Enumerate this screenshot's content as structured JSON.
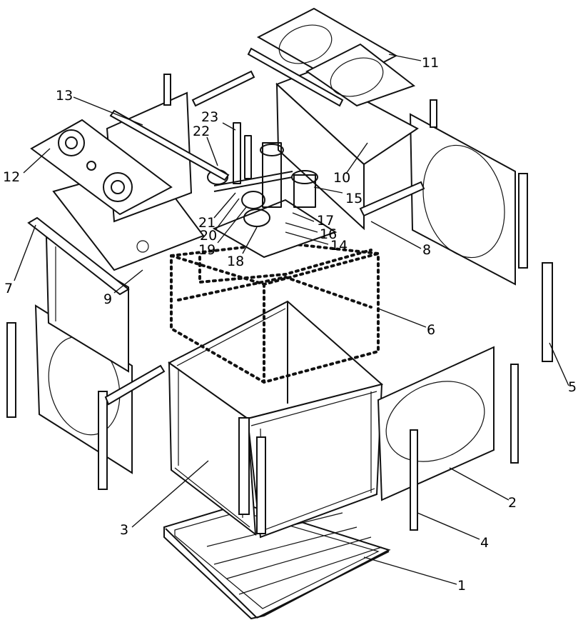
{
  "figure": {
    "callouts": [
      {
        "id": "1",
        "text": "1"
      },
      {
        "id": "2",
        "text": "2"
      },
      {
        "id": "3",
        "text": "3"
      },
      {
        "id": "4",
        "text": "4"
      },
      {
        "id": "5",
        "text": "5"
      },
      {
        "id": "6",
        "text": "6"
      },
      {
        "id": "7",
        "text": "7"
      },
      {
        "id": "8",
        "text": "8"
      },
      {
        "id": "9",
        "text": "9"
      },
      {
        "id": "10",
        "text": "10"
      },
      {
        "id": "11",
        "text": "11"
      },
      {
        "id": "12",
        "text": "12"
      },
      {
        "id": "13",
        "text": "13"
      },
      {
        "id": "14",
        "text": "14"
      },
      {
        "id": "15",
        "text": "15"
      },
      {
        "id": "16",
        "text": "16"
      },
      {
        "id": "17",
        "text": "17"
      },
      {
        "id": "18",
        "text": "18"
      },
      {
        "id": "19",
        "text": "19"
      },
      {
        "id": "20",
        "text": "20"
      },
      {
        "id": "21",
        "text": "21"
      },
      {
        "id": "22",
        "text": "22"
      },
      {
        "id": "23",
        "text": "23"
      }
    ]
  }
}
